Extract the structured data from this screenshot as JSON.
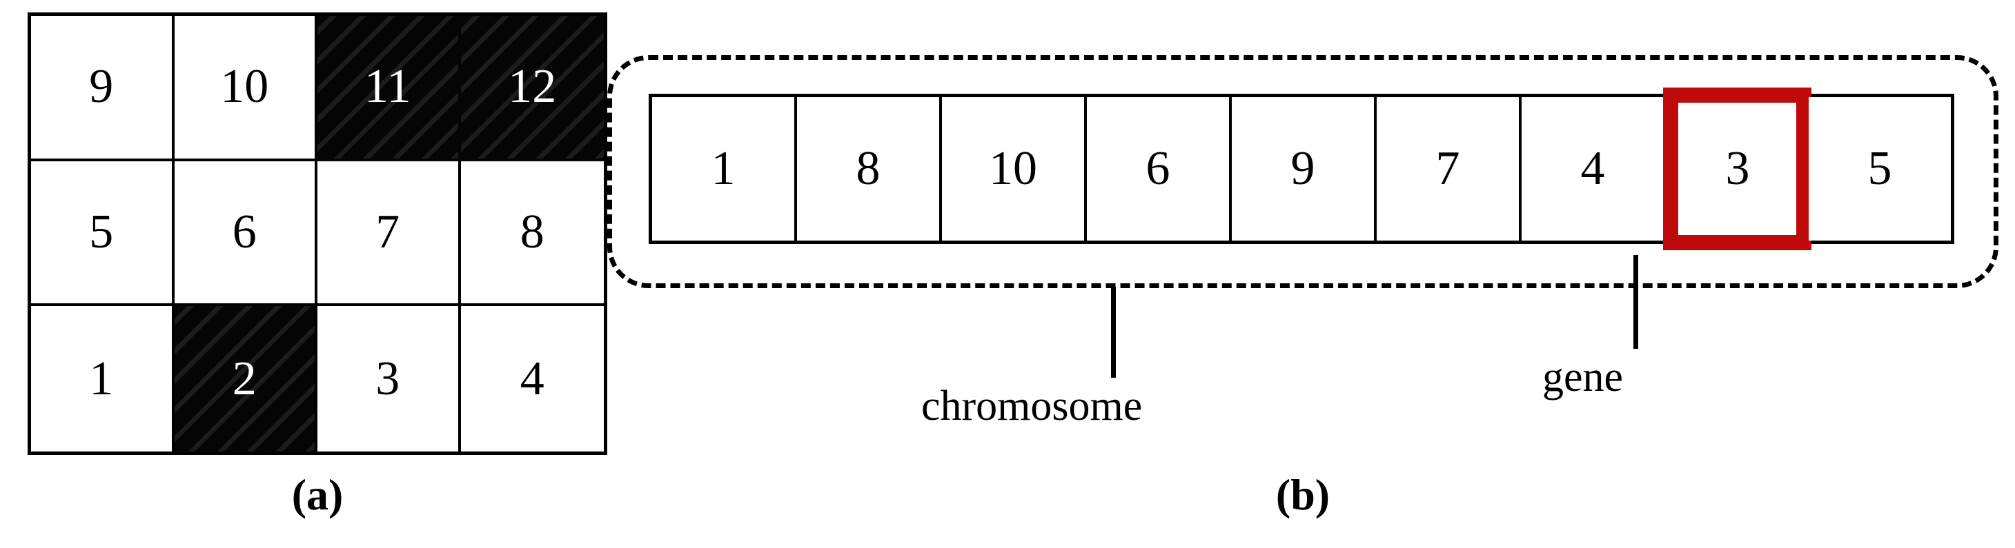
{
  "figure": {
    "panels": [
      {
        "id": "a",
        "caption": "(a)",
        "type": "grid-map",
        "rows": 3,
        "cols": 4,
        "cells": [
          {
            "label": "9",
            "state": "free"
          },
          {
            "label": "10",
            "state": "free"
          },
          {
            "label": "11",
            "state": "blocked"
          },
          {
            "label": "12",
            "state": "blocked"
          },
          {
            "label": "5",
            "state": "free"
          },
          {
            "label": "6",
            "state": "free"
          },
          {
            "label": "7",
            "state": "free"
          },
          {
            "label": "8",
            "state": "free"
          },
          {
            "label": "1",
            "state": "free"
          },
          {
            "label": "2",
            "state": "blocked"
          },
          {
            "label": "3",
            "state": "free"
          },
          {
            "label": "4",
            "state": "free"
          }
        ]
      },
      {
        "id": "b",
        "caption": "(b)",
        "type": "chromosome-encoding",
        "genes": [
          {
            "label": "1",
            "highlighted": false
          },
          {
            "label": "8",
            "highlighted": false
          },
          {
            "label": "10",
            "highlighted": false
          },
          {
            "label": "6",
            "highlighted": false
          },
          {
            "label": "9",
            "highlighted": false
          },
          {
            "label": "7",
            "highlighted": false
          },
          {
            "label": "4",
            "highlighted": false
          },
          {
            "label": "3",
            "highlighted": true
          },
          {
            "label": "5",
            "highlighted": false
          }
        ],
        "annotations": {
          "chromosome_label": "chromosome",
          "gene_label": "gene"
        }
      }
    ]
  },
  "colors": {
    "background": "#ffffff",
    "stroke": "#000000",
    "blocked_cell_fill": "#050505",
    "blocked_cell_hatch": "#1c1c1c",
    "blocked_cell_text": "#ffffff",
    "gene_highlight": "#BE0A0A"
  }
}
